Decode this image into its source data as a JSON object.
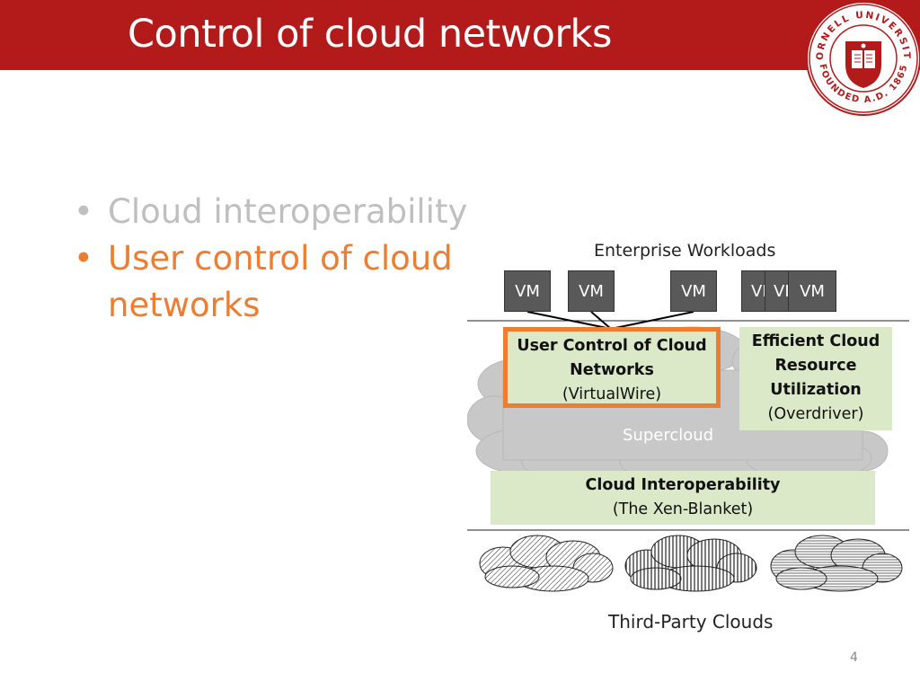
{
  "slide": {
    "title": "Control of cloud networks",
    "page_number": "4"
  },
  "seal": {
    "text_top": "CORNELL UNIVERSITY",
    "text_bottom": "FOUNDED A.D. 1865",
    "color": "#b31b1b"
  },
  "bullets": [
    {
      "text": "Cloud interoperability",
      "state": "dimmed",
      "color": "#bfbfbf"
    },
    {
      "text": "User control of cloud networks",
      "state": "active",
      "color": "#ed7d31"
    }
  ],
  "diagram": {
    "workloads_label": "Enterprise Workloads",
    "vms": [
      "VM",
      "VM",
      "VM",
      "VI",
      "VI",
      "VM"
    ],
    "user_control_box": {
      "line1": "User Control of Cloud",
      "line2": "Networks",
      "line3": "(VirtualWire)",
      "highlight_color": "#ed7d31"
    },
    "efficient_box": {
      "line1": "Efficient Cloud",
      "line2": "Resource",
      "line3": "Utilization",
      "line4": "(Overdriver)"
    },
    "supercloud_label": "Supercloud",
    "interop_box": {
      "line1": "Cloud Interoperability",
      "line2": "(The Xen-Blanket)"
    },
    "third_party_label": "Third-Party Clouds",
    "box_fill": "#dce9c8"
  }
}
